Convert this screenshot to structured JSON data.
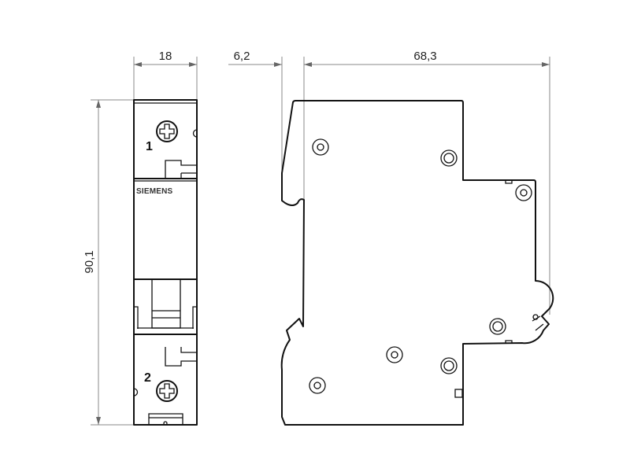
{
  "dimensions": {
    "width": "18",
    "offset": "6,2",
    "depth": "68,3",
    "height": "90,1"
  },
  "front_view": {
    "brand": "SIEMENS",
    "terminal_top": "1",
    "terminal_bottom": "2"
  },
  "colors": {
    "outline": "#111111",
    "dimension": "#888888"
  }
}
